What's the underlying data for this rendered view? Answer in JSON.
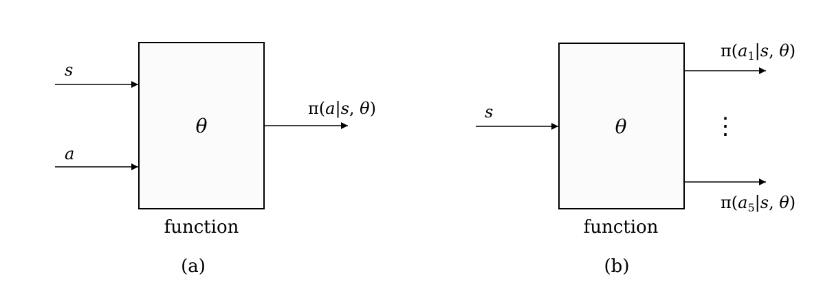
{
  "panel_a": {
    "inputs": [
      "s",
      "a"
    ],
    "box_label": "θ",
    "caption": "function",
    "output": {
      "pi": "π",
      "open": "(",
      "action": "a",
      "bar": "|",
      "state": "s",
      "comma": ", ",
      "theta": "θ",
      "close": ")"
    },
    "sublabel": "(a)"
  },
  "panel_b": {
    "input": "s",
    "box_label": "θ",
    "caption": "function",
    "output_top": {
      "pi": "π",
      "open": "(",
      "action": "a",
      "sub": "1",
      "bar": "|",
      "state": "s",
      "comma": ", ",
      "theta": "θ",
      "close": ")"
    },
    "vdots": "⋮",
    "output_bottom": {
      "pi": "π",
      "open": "(",
      "action": "a",
      "sub": "5",
      "bar": "|",
      "state": "s",
      "comma": ", ",
      "theta": "θ",
      "close": ")"
    },
    "sublabel": "(b)"
  },
  "colors": {
    "box_fill": "#fbfbfb",
    "stroke": "#000000"
  }
}
